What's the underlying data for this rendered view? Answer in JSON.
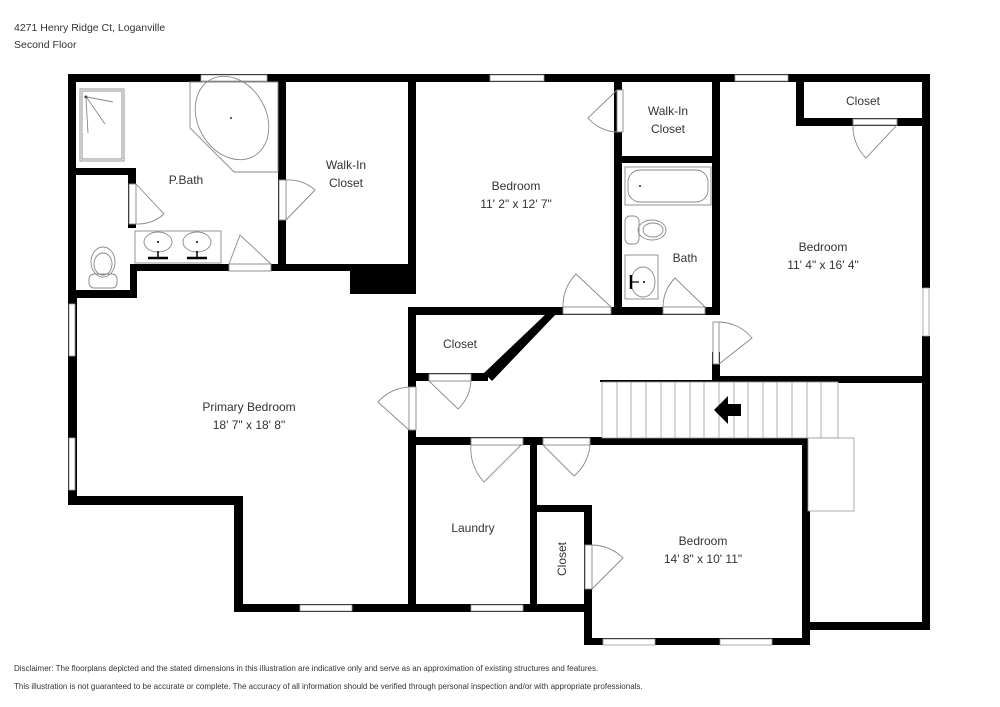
{
  "header": {
    "address": "4271 Henry Ridge Ct, Loganville",
    "floor": "Second Floor"
  },
  "rooms": {
    "p_bath": {
      "name": "P.Bath"
    },
    "walkin_closet_1": {
      "name_line1": "Walk-In",
      "name_line2": "Closet"
    },
    "bedroom_1": {
      "name": "Bedroom",
      "dims": "11' 2\" x 12' 7\""
    },
    "walkin_closet_2": {
      "name_line1": "Walk-In",
      "name_line2": "Closet"
    },
    "bath": {
      "name": "Bath"
    },
    "closet_ne": {
      "name": "Closet"
    },
    "bedroom_2": {
      "name": "Bedroom",
      "dims": "11' 4\" x 16' 4\""
    },
    "closet_hall": {
      "name": "Closet"
    },
    "primary_bedroom": {
      "name": "Primary Bedroom",
      "dims": "18' 7\" x 18' 8\""
    },
    "laundry": {
      "name": "Laundry"
    },
    "closet_vertical": {
      "name": "Closet"
    },
    "bedroom_3": {
      "name": "Bedroom",
      "dims": "14' 8\" x 10' 11\""
    }
  },
  "stairs": {
    "direction": "left",
    "icon": "arrow-left-icon"
  },
  "disclaimer": {
    "line1": "Disclaimer: The floorplans depicted and the stated dimensions in this illustration are indicative only and serve as an approximation of existing structures and features.",
    "line2": "This illustration is not guaranteed to be accurate or complete. The accuracy of all information should be verified through personal inspection and/or with appropriate professionals."
  },
  "colors": {
    "wall": "#000000",
    "fixture": "#888888",
    "text": "#333333",
    "background": "#ffffff"
  }
}
